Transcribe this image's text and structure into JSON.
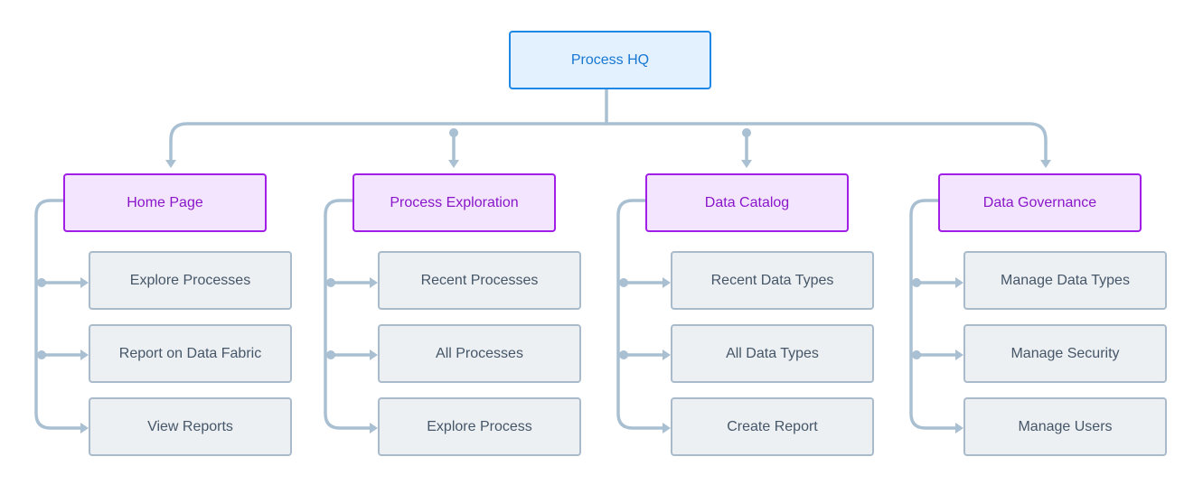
{
  "diagram": {
    "root": {
      "label": "Process HQ"
    },
    "sections": [
      {
        "label": "Home Page",
        "children": [
          "Explore Processes",
          "Report on Data Fabric",
          "View Reports"
        ]
      },
      {
        "label": "Process Exploration",
        "children": [
          "Recent Processes",
          "All Processes",
          "Explore Process"
        ]
      },
      {
        "label": "Data Catalog",
        "children": [
          "Recent Data Types",
          "All Data Types",
          "Create Report"
        ]
      },
      {
        "label": "Data Governance",
        "children": [
          "Manage Data Types",
          "Manage Security",
          "Manage Users"
        ]
      }
    ]
  },
  "colors": {
    "root_fill": "#e3f0fd",
    "root_border": "#1f87e5",
    "section_fill": "#f3e5fd",
    "section_border": "#a01ee6",
    "leaf_fill": "#edf0f3",
    "leaf_border": "#a9bbcb",
    "connector": "#a9bfd2"
  }
}
